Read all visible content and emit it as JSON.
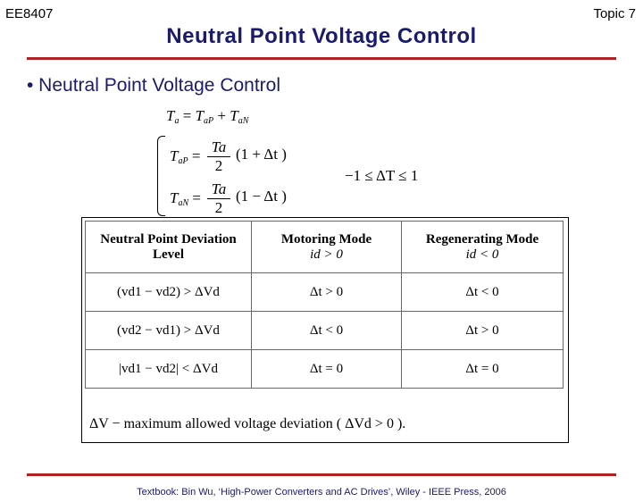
{
  "header": {
    "course": "EE8407",
    "topic": "Topic 7",
    "title": "Neutral Point Voltage Control"
  },
  "bullet": "• Neutral Point Voltage Control",
  "equations": {
    "eq1": "Ta = TaP + TaN",
    "eq1_lhs": "T",
    "eq1_lhs_sub": "a",
    "eq1_rhs1": "T",
    "eq1_rhs1_sub": "aP",
    "eq1_rhs2": "T",
    "eq1_rhs2_sub": "aN",
    "eqP_lhs": "T",
    "eqP_lhs_sub": "aP",
    "eqN_lhs": "T",
    "eqN_lhs_sub": "aN",
    "frac_num": "Ta",
    "frac_den": "2",
    "factorP": "(1 + Δt )",
    "factorN": "(1 − Δt )",
    "condition": "−1 ≤ ΔT ≤ 1"
  },
  "table": {
    "headers": [
      {
        "label": "Neutral Point Deviation Level",
        "cond": ""
      },
      {
        "label": "Motoring Mode",
        "cond": "id > 0"
      },
      {
        "label": "Regenerating Mode",
        "cond": "id < 0"
      }
    ],
    "rows": [
      [
        "(vd1 − vd2) > ΔVd",
        "Δt > 0",
        "Δt < 0"
      ],
      [
        "(vd2 − vd1) > ΔVd",
        "Δt < 0",
        "Δt > 0"
      ],
      [
        "|vd1 − vd2| < ΔVd",
        "Δt = 0",
        "Δt = 0"
      ]
    ],
    "footnote": "ΔV − maximum allowed voltage deviation  ( ΔVd > 0 )."
  },
  "footer": {
    "textbook": "Textbook: Bin Wu, ‘High-Power Converters and AC Drives’, Wiley - IEEE Press, 2006"
  },
  "colors": {
    "title": "#1a1a6e",
    "rule": "#b22222"
  }
}
